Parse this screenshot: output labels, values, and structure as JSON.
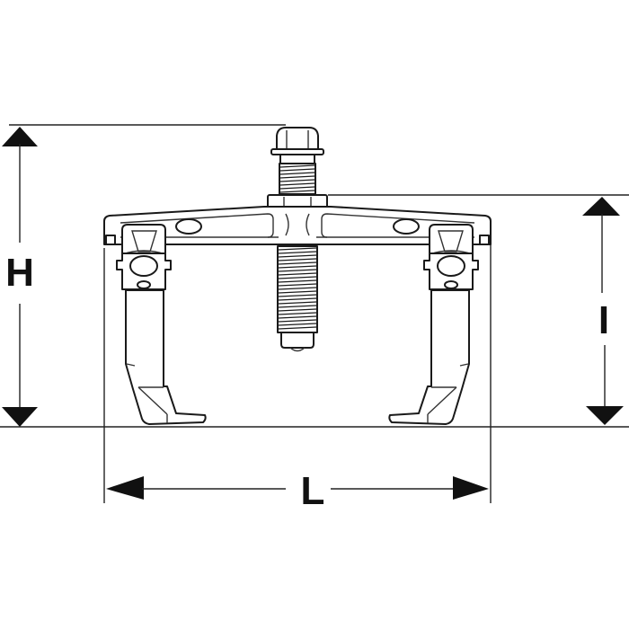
{
  "diagram": {
    "subject": "two-arm gear puller",
    "dimensions": {
      "height_label": "H",
      "inner_height_label": "I",
      "length_label": "L"
    },
    "colors": {
      "line": "#1a1a1a",
      "background": "#ffffff"
    }
  }
}
